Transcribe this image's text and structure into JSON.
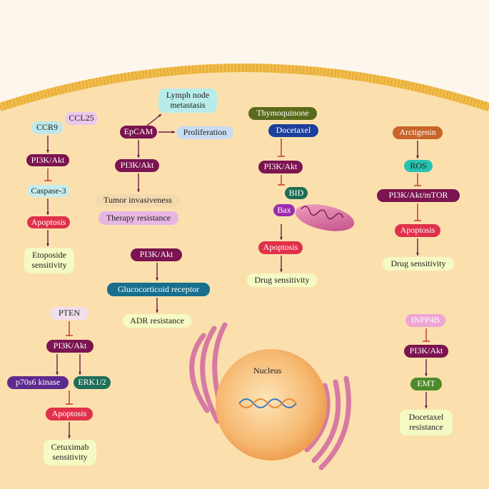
{
  "nodes": {
    "ccr9": "CCR9",
    "ccl25": "CCL25",
    "pi3k_akt_a": "PI3K/Akt",
    "caspase3": "Caspase-3",
    "apoptosis_a": "Apoptosis",
    "etoposide": "Etoposide sensitivity",
    "lymph_node": "Lymph node metastasis",
    "epcam": "EpCAM",
    "proliferation": "Proliferation",
    "pi3k_akt_b": "PI3K/Akt",
    "tumor_invasiveness": "Tumor invasiveness",
    "therapy_resistance": "Therapy resistance",
    "pi3k_akt_c": "PI3K/Akt",
    "glucocorticoid": "Glucocorticoid receptor",
    "adr_resistance": "ADR resistance",
    "thymoquinone": "Thymoquinone",
    "docetaxel": "Docetaxel",
    "pi3k_akt_d": "PI3K/Akt",
    "bid": "BID",
    "bax": "Bax",
    "apoptosis_d": "Apoptosis",
    "drug_sensitivity_d": "Drug sensitivity",
    "arctigenin": "Arctigenin",
    "ros": "ROS",
    "pi3k_akt_mtor": "PI3K/Akt/mTOR",
    "apoptosis_e": "Apoptosis",
    "drug_sensitivity_e": "Drug sensitivity",
    "pten": "PTEN",
    "pi3k_akt_f": "PI3K/Akt",
    "p70s6": "p70s6 kinase",
    "erk12": "ERK1/2",
    "apoptosis_f": "Apoptosis",
    "cetuximab": "Cetuximab sensitivity",
    "inpp4b": "INPP4B",
    "pi3k_akt_g": "PI3K/Akt",
    "emt": "EMT",
    "docetaxel_resistance": "Docetaxel resistance",
    "nucleus": "Nucleus"
  },
  "colors": {
    "pi3k": "#7b1450",
    "apoptosis": "#e0304a",
    "arrow": "#6a1a4a",
    "membrane": "#f4c24a",
    "cytoplasm": "#fbe1b0"
  }
}
